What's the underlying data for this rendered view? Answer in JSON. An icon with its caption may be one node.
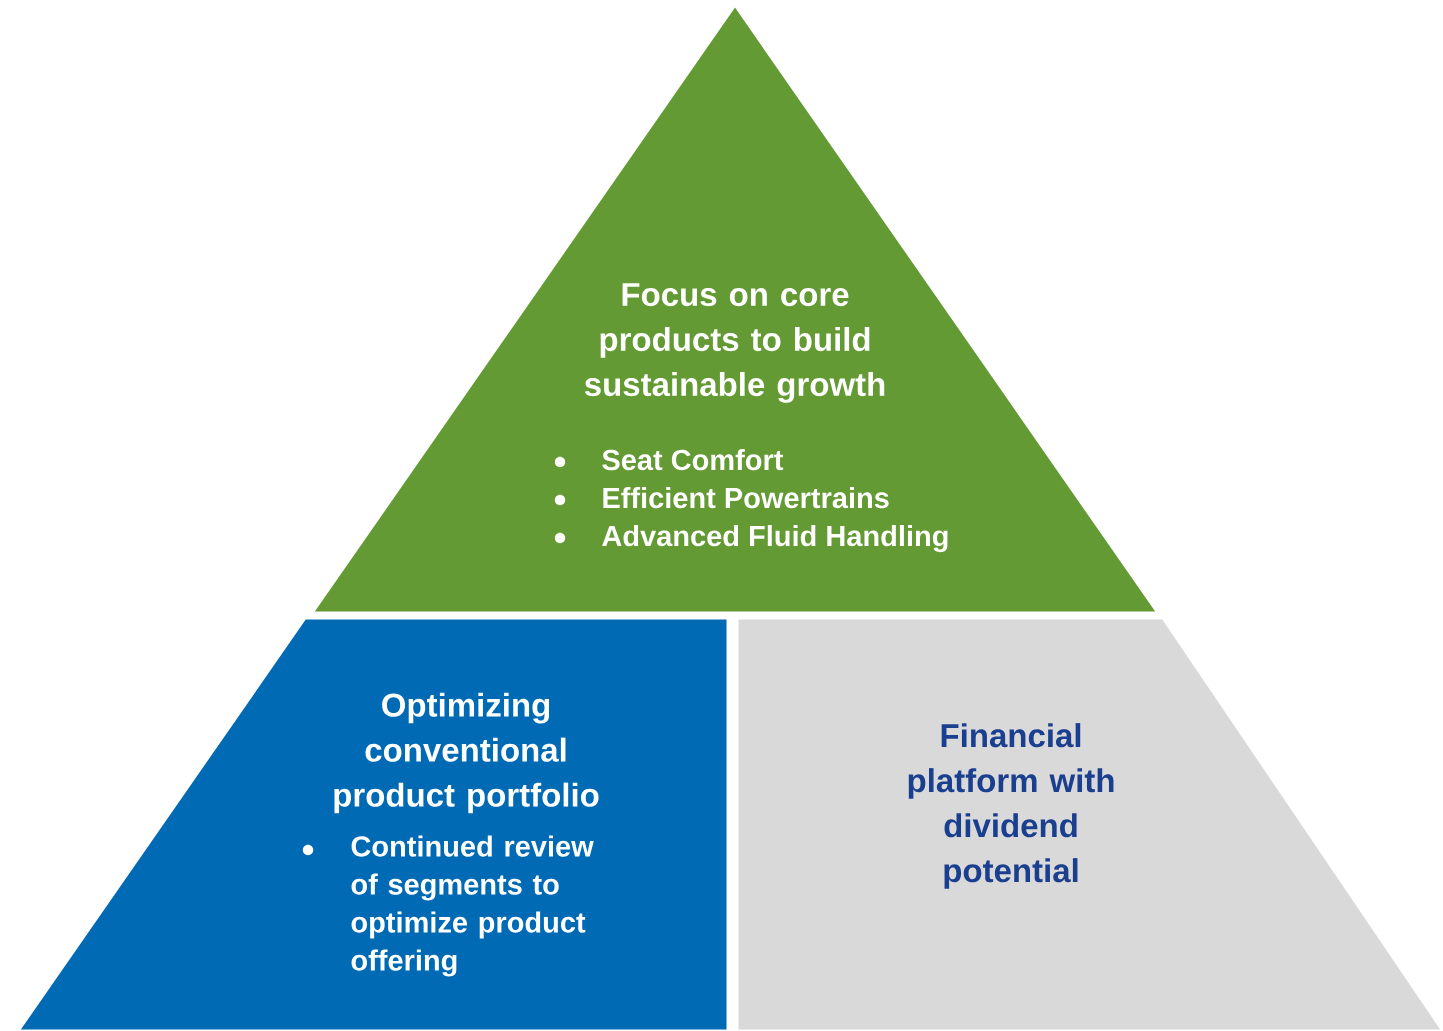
{
  "diagram": {
    "nodes": [
      {
        "text": [
          "Focus on core products to build sustainable growth",
          "Seat Comfort",
          "Efficient Powertrains",
          "Advanced Fluid Handling"
        ]
      },
      {
        "text": [
          "Optimizing conventional product portfolio",
          "Continued review of segments to optimize product offering"
        ]
      },
      {
        "text": [
          "Financial platform with dividend potential"
        ]
      }
    ]
  }
}
